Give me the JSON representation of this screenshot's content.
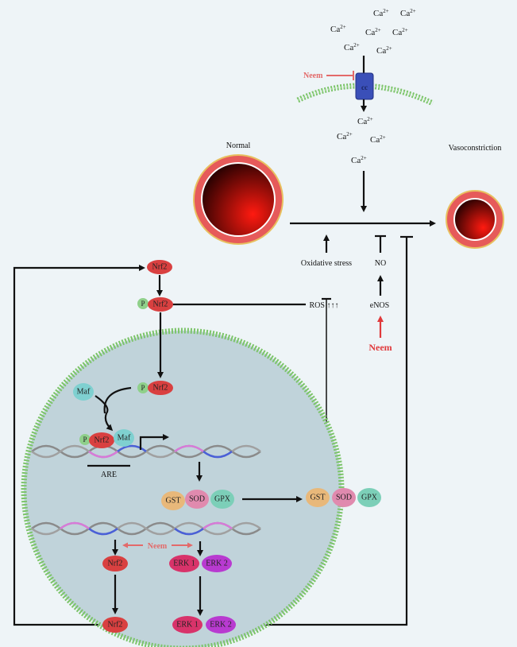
{
  "calcium": {
    "base": "Ca",
    "charge": "2+"
  },
  "channel": {
    "label": "cc",
    "color": "#3a4fb8"
  },
  "neem": "Neem",
  "vessels": {
    "normal": "Normal",
    "constricted": "Vasoconstriction"
  },
  "signals": {
    "oxidative_stress": "Oxidative stress",
    "no": "NO",
    "enos": "eNOS",
    "ros": "ROS ↑↑↑"
  },
  "proteins": {
    "nrf2": "Nrf2",
    "p": "P",
    "maf": "Maf",
    "gst": "GST",
    "sod": "SOD",
    "gpx": "GPX",
    "erk1": "ERK 1",
    "erk2": "ERK 2"
  },
  "dna": {
    "are": "ARE"
  },
  "colors": {
    "background": "#eef4f7",
    "nucleus": "#c0d3da",
    "membrane": "#7cc46a",
    "nrf2": "#d94040",
    "maf": "#7fd0d0",
    "gst": "#e8b87a",
    "sod": "#e08aae",
    "gpx": "#7ccfb8",
    "erk1": "#d8336a",
    "erk2": "#b83ad0",
    "neem": "#e0393b"
  }
}
